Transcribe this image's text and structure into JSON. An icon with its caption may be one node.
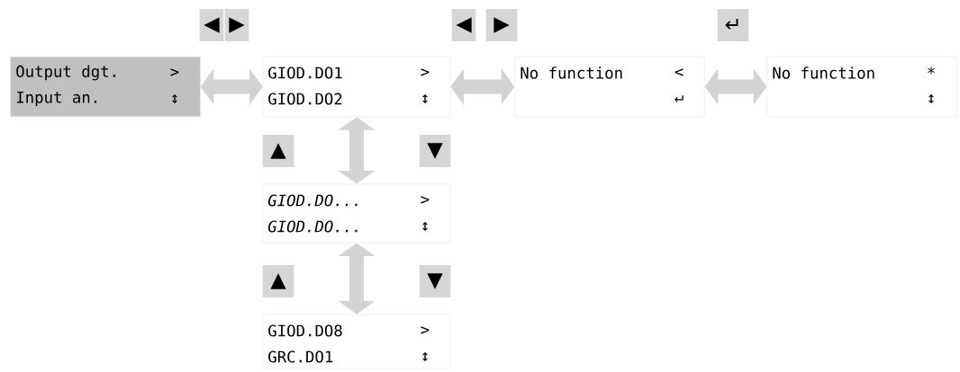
{
  "diagram": {
    "nodes": [
      {
        "text": [
          "Output dgt.",
          ">",
          "Input an.",
          "↕"
        ]
      },
      {
        "text": [
          "GIOD.DO1",
          ">",
          "GIOD.DO2",
          "↕"
        ]
      },
      {
        "text": [
          "No function",
          "<",
          "↵"
        ]
      },
      {
        "text": [
          "No function",
          "*",
          "↕"
        ]
      },
      {
        "text": [
          "GIOD.DO...",
          ">",
          "GIOD.DO...",
          "↕"
        ]
      },
      {
        "text": [
          "GIOD.DO8",
          ">",
          "GRC.DO1",
          "↕"
        ]
      }
    ],
    "edges": [
      {
        "from": 0,
        "to": 1,
        "arrow": "both"
      },
      {
        "from": 1,
        "to": 2,
        "arrow": "both"
      },
      {
        "from": 2,
        "to": 3,
        "arrow": "both"
      },
      {
        "from": 1,
        "to": 4,
        "arrow": "both"
      },
      {
        "from": 4,
        "to": 5,
        "arrow": "both"
      }
    ],
    "labels": [
      "◀",
      "▶",
      "◀",
      "▶",
      "↵",
      "▲",
      "▼",
      "▲",
      "▼"
    ]
  }
}
